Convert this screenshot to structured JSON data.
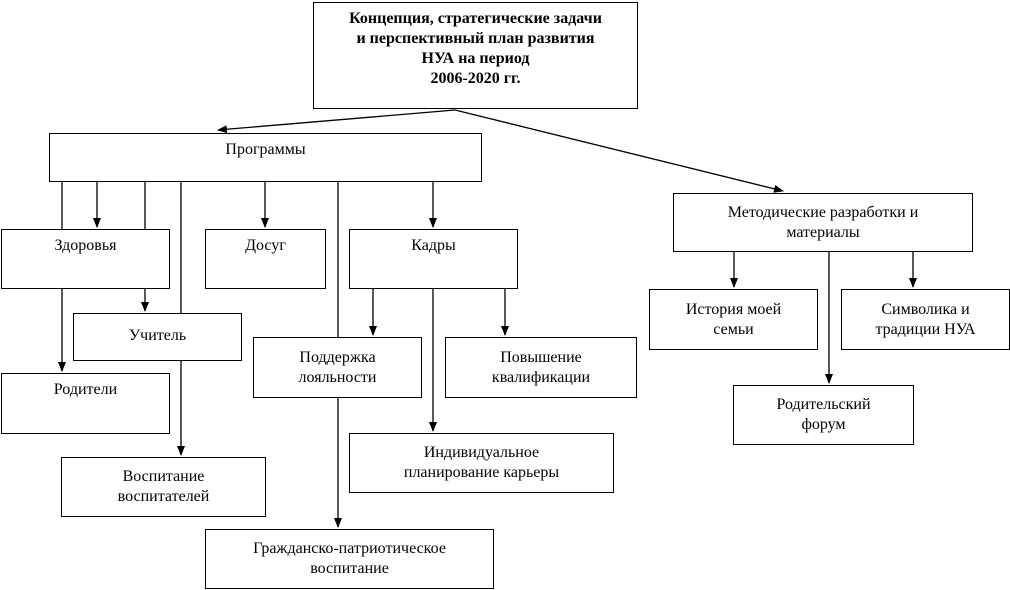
{
  "diagram": {
    "nodes": {
      "root": "Концепция, стратегические задачи\nи перспективный план развития\nНУА на период\n2006-2020 гг.",
      "programs": "Программы",
      "health": "Здоровья",
      "leisure": "Досуг",
      "personnel": "Кадры",
      "teacher": "Учитель",
      "parents": "Родители",
      "educators": "Воспитание\nвоспитателей",
      "civic": "Гражданско-патриотическое\nвоспитание",
      "loyalty": "Поддержка\nлояльности",
      "qualification": "Повышение\nквалификации",
      "career": "Индивидуальное\nпланирование карьеры",
      "methods": "Методические разработки и\nматериалы",
      "family_history": "История моей\nсемьи",
      "symbols": "Символика и\nтрадиции НУА",
      "parent_forum": "Родительский\nфорум"
    },
    "edges": [
      {
        "from": "root",
        "to": "programs"
      },
      {
        "from": "root",
        "to": "methods"
      },
      {
        "from": "programs",
        "to": "health"
      },
      {
        "from": "programs",
        "to": "teacher"
      },
      {
        "from": "programs",
        "to": "parents"
      },
      {
        "from": "programs",
        "to": "educators"
      },
      {
        "from": "programs",
        "to": "leisure"
      },
      {
        "from": "programs",
        "to": "civic"
      },
      {
        "from": "programs",
        "to": "personnel"
      },
      {
        "from": "personnel",
        "to": "loyalty"
      },
      {
        "from": "personnel",
        "to": "career"
      },
      {
        "from": "personnel",
        "to": "qualification"
      },
      {
        "from": "methods",
        "to": "family_history"
      },
      {
        "from": "methods",
        "to": "parent_forum"
      },
      {
        "from": "methods",
        "to": "symbols"
      }
    ]
  }
}
